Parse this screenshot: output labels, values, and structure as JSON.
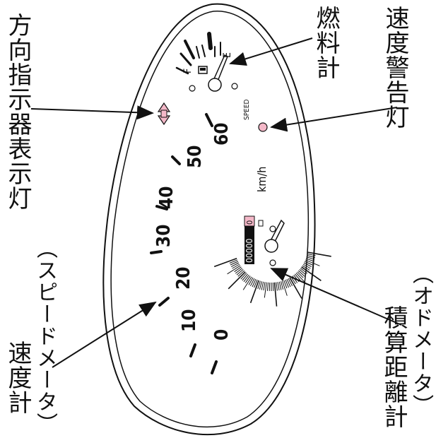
{
  "labels": {
    "turn_signal": "方向指示器表示灯",
    "fuel_gauge": "燃料計",
    "speed_warning": "速度警告灯",
    "speedometer_line1": "速度計",
    "speedometer_line2": "（スピードメータ）",
    "odometer_line1": "積算距離計",
    "odometer_line2": "（オドメータ）"
  },
  "speedometer": {
    "unit": "km/h",
    "ticks": [
      "0",
      "10",
      "20",
      "30",
      "40",
      "50",
      "60"
    ]
  },
  "fuel": {
    "full": "F",
    "empty": "E"
  },
  "speed_lamp_text": "SPEED",
  "odometer": {
    "digits": "00000",
    "tenth": "0"
  },
  "colors": {
    "lamp_pink": "#f4b8c8",
    "ink": "#111111"
  }
}
